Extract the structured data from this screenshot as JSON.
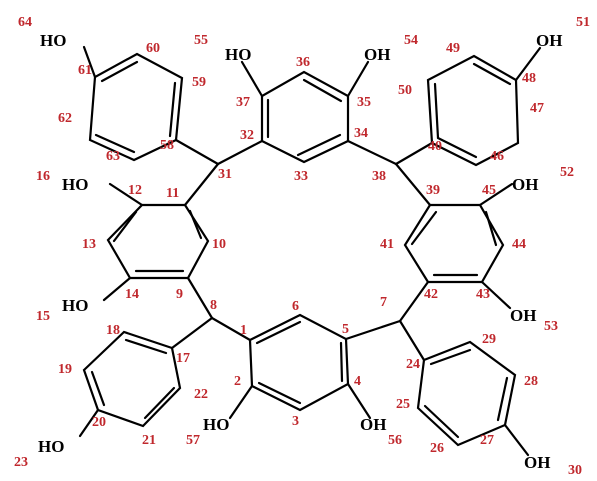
{
  "colors": {
    "bond": "#000000",
    "group_text": "#000000",
    "atom_number": "#c0282d"
  },
  "diagram": {
    "groups": [
      {
        "id": "g-ho-64",
        "text": "HO"
      },
      {
        "id": "g-ho-55",
        "text": "HO"
      },
      {
        "id": "g-oh-54",
        "text": "OH"
      },
      {
        "id": "g-oh-51",
        "text": "OH"
      },
      {
        "id": "g-ho-16",
        "text": "HO"
      },
      {
        "id": "g-ho-15",
        "text": "HO"
      },
      {
        "id": "g-oh-52",
        "text": "OH"
      },
      {
        "id": "g-oh-53",
        "text": "OH"
      },
      {
        "id": "g-ho-23",
        "text": "HO"
      },
      {
        "id": "g-ho-57",
        "text": "HO"
      },
      {
        "id": "g-oh-56",
        "text": "OH"
      },
      {
        "id": "g-oh-30",
        "text": "OH"
      }
    ],
    "numbers": [
      "1",
      "2",
      "3",
      "4",
      "5",
      "6",
      "7",
      "8",
      "9",
      "10",
      "11",
      "12",
      "13",
      "14",
      "15",
      "16",
      "17",
      "18",
      "19",
      "20",
      "21",
      "22",
      "23",
      "24",
      "25",
      "26",
      "27",
      "28",
      "29",
      "30",
      "31",
      "32",
      "33",
      "34",
      "35",
      "36",
      "37",
      "38",
      "39",
      "40",
      "41",
      "42",
      "43",
      "44",
      "45",
      "46",
      "47",
      "48",
      "49",
      "50",
      "51",
      "52",
      "53",
      "54",
      "55",
      "56",
      "57",
      "58",
      "59",
      "60",
      "61",
      "62",
      "63",
      "64"
    ]
  }
}
